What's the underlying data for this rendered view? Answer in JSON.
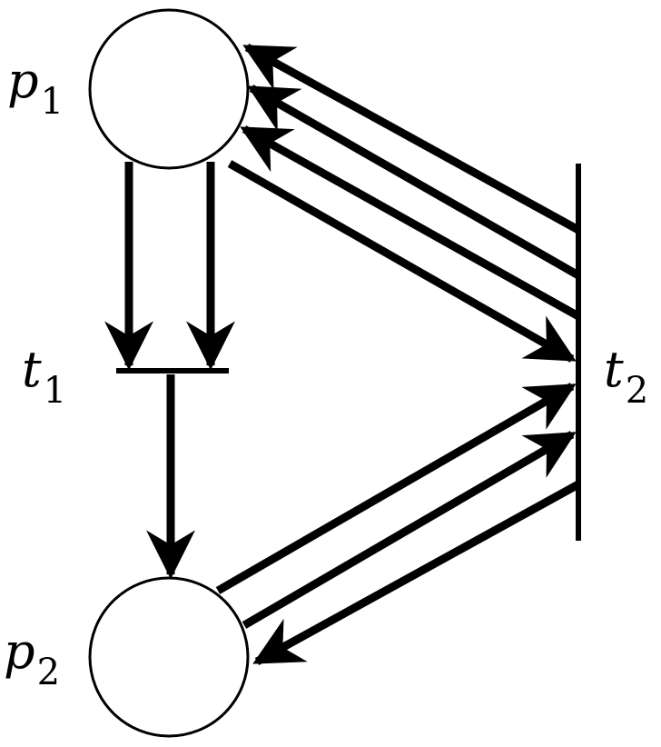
{
  "diagram": {
    "places": [
      {
        "id": "p1",
        "name": "p",
        "index": "1"
      },
      {
        "id": "p2",
        "name": "p",
        "index": "2"
      }
    ],
    "transitions": [
      {
        "id": "t1",
        "name": "t",
        "index": "1"
      },
      {
        "id": "t2",
        "name": "t",
        "index": "2"
      }
    ],
    "arcs": [
      {
        "from": "p1",
        "to": "t1",
        "count": 2
      },
      {
        "from": "t1",
        "to": "p2",
        "count": 1
      },
      {
        "from": "t2",
        "to": "p1",
        "count": 3
      },
      {
        "from": "p1",
        "to": "t2",
        "count": 1
      },
      {
        "from": "p2",
        "to": "t2",
        "count": 2
      },
      {
        "from": "t2",
        "to": "p2",
        "count": 1
      }
    ],
    "color": "#000000"
  }
}
